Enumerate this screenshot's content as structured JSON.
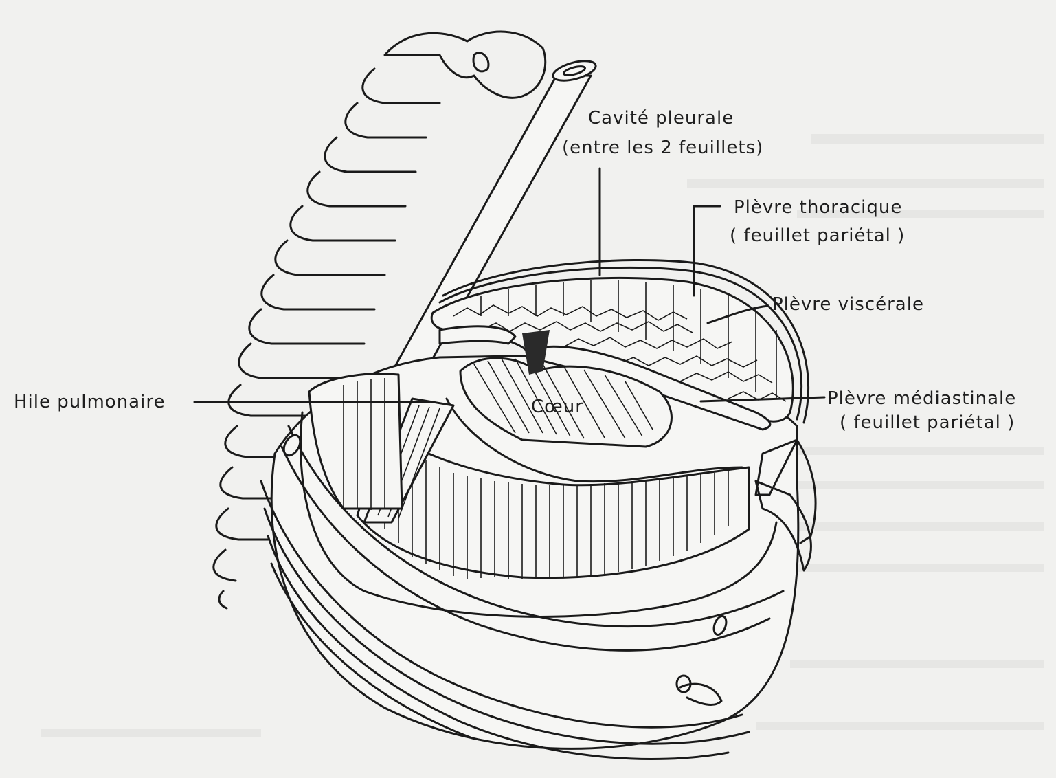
{
  "figure": {
    "labels": {
      "cavite_line1": "Cavité pleurale",
      "cavite_line2": "(entre les 2 feuillets)",
      "thoracique_line1": "Plèvre thoracique",
      "thoracique_line2": "( feuillet pariétal )",
      "viscerale": "Plèvre viscérale",
      "hile": "Hile pulmonaire",
      "coeur": "Cœur",
      "mediastinale_line1": "Plèvre médiastinale",
      "mediastinale_line2": "( feuillet pariétal )"
    },
    "colors": {
      "ink": "#1a1a1a",
      "paper": "#f1f1ef"
    }
  }
}
